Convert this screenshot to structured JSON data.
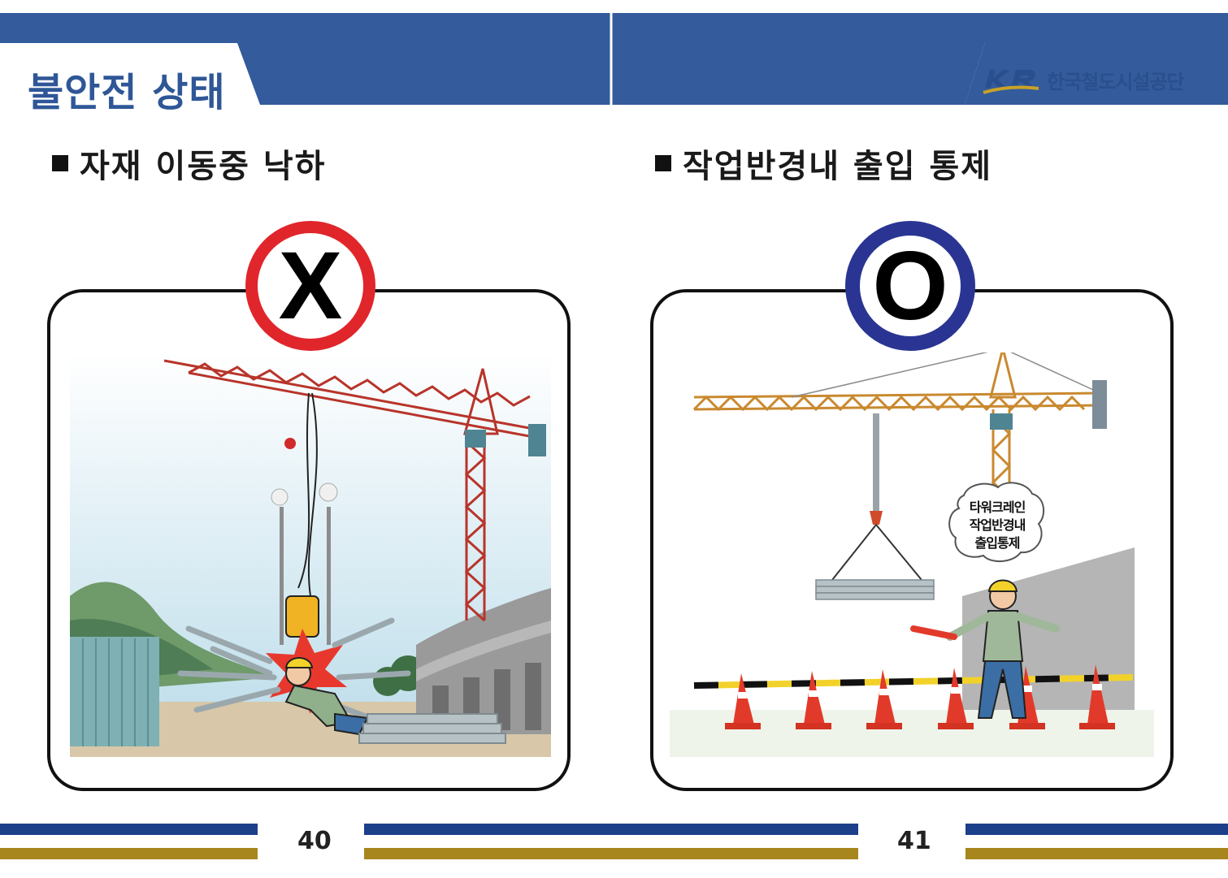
{
  "header": {
    "section_title": "불안전 상태",
    "logo_mark": "KR",
    "org_name": "한국철도시설공단",
    "band_color": "#345b9b"
  },
  "left_panel": {
    "heading": "자재 이동중 낙하",
    "badge": "X",
    "badge_color": "#e0262b"
  },
  "right_panel": {
    "heading": "작업반경내 출입 통제",
    "badge": "O",
    "badge_color": "#2a3593",
    "speech_bubble": [
      "타워크레인",
      "작업반경내",
      "출입통제"
    ]
  },
  "footer": {
    "page_left": "40",
    "page_right": "41",
    "navy": "#1c3f8a",
    "gold": "#a8861e"
  }
}
